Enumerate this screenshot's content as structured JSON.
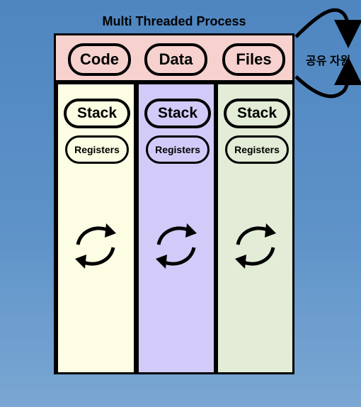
{
  "title": "Multi Threaded Process",
  "shared_resources": [
    "Code",
    "Data",
    "Files"
  ],
  "shared_label": "공유 자원",
  "threads": [
    {
      "stack": "Stack",
      "registers": "Registers",
      "color": "#fdfde3"
    },
    {
      "stack": "Stack",
      "registers": "Registers",
      "color": "#d2cbf9"
    },
    {
      "stack": "Stack",
      "registers": "Registers",
      "color": "#e2ecd6"
    }
  ],
  "colors": {
    "shared_bg": "#f6d1cd",
    "outline": "#000000"
  }
}
